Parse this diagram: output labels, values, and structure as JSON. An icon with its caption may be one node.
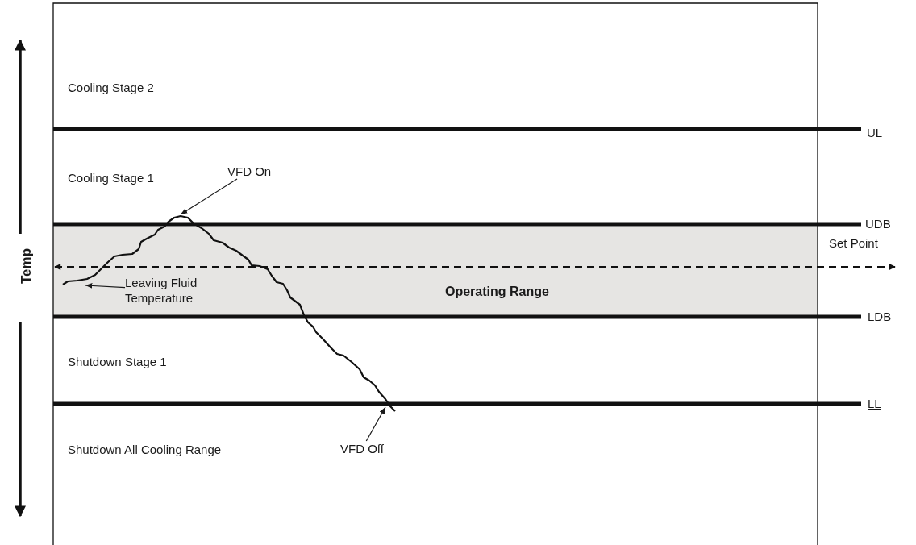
{
  "diagram": {
    "nodes": [
      {
        "text": [
          "VFD On"
        ]
      },
      {
        "text": [
          "Operating Range"
        ]
      },
      {
        "text": [
          "Leaving Fluid Temperature"
        ]
      },
      {
        "text": [
          "VFD Off"
        ]
      },
      {
        "text": [],
        "shape": "curve"
      }
    ],
    "edges": [
      {
        "from": 0,
        "to": 4,
        "arrow": "to"
      },
      {
        "from": 2,
        "to": 4,
        "arrow": "to"
      },
      {
        "from": 3,
        "to": 4,
        "arrow": "to"
      }
    ],
    "labels": [
      "Cooling Stage 2",
      "UL",
      "Cooling Stage 1",
      "UDB",
      "Set Point",
      "Temp",
      "LDB",
      "Shutdown Stage 1",
      "LL",
      "Shutdown All Cooling Range"
    ]
  }
}
